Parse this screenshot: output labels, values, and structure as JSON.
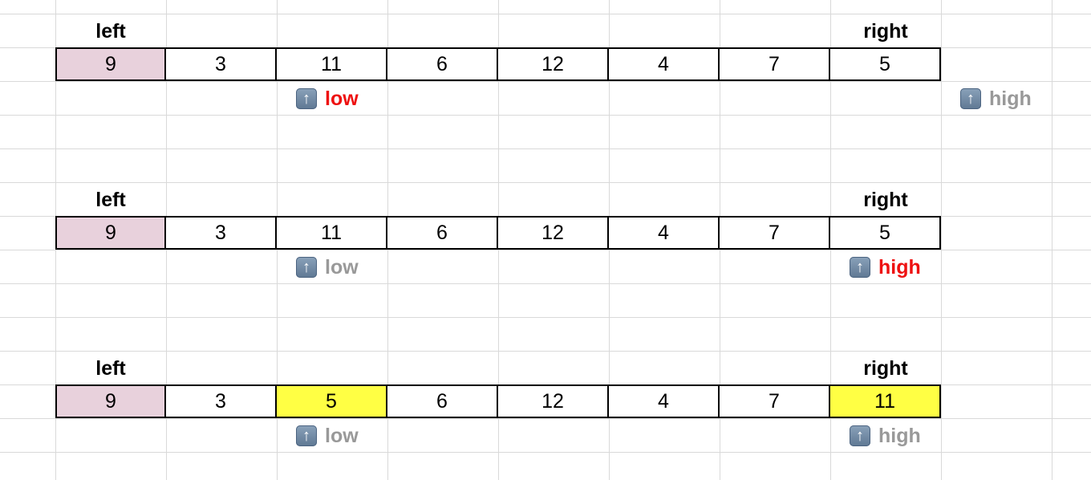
{
  "colors": {
    "pivot_fill": "#e8d1dc",
    "swap_fill": "#ffff44",
    "active_pointer": "#ee1111",
    "inactive_pointer": "#999999"
  },
  "pointer_icon": "up-arrow-icon",
  "diagrams": [
    {
      "left_label": "left",
      "right_label": "right",
      "cells": [
        "9",
        "3",
        "11",
        "6",
        "12",
        "4",
        "7",
        "5"
      ],
      "highlight": [
        "pivot",
        "",
        "",
        "",
        "",
        "",
        "",
        ""
      ],
      "low": {
        "label": "low",
        "col": 2,
        "state": "active"
      },
      "high": {
        "label": "high",
        "col": 8,
        "state": "inactive"
      }
    },
    {
      "left_label": "left",
      "right_label": "right",
      "cells": [
        "9",
        "3",
        "11",
        "6",
        "12",
        "4",
        "7",
        "5"
      ],
      "highlight": [
        "pivot",
        "",
        "",
        "",
        "",
        "",
        "",
        ""
      ],
      "low": {
        "label": "low",
        "col": 2,
        "state": "inactive"
      },
      "high": {
        "label": "high",
        "col": 7,
        "state": "active"
      }
    },
    {
      "left_label": "left",
      "right_label": "right",
      "cells": [
        "9",
        "3",
        "5",
        "6",
        "12",
        "4",
        "7",
        "11"
      ],
      "highlight": [
        "pivot",
        "",
        "swap",
        "",
        "",
        "",
        "",
        "swap"
      ],
      "low": {
        "label": "low",
        "col": 2,
        "state": "inactive"
      },
      "high": {
        "label": "high",
        "col": 7,
        "state": "inactive"
      }
    }
  ]
}
